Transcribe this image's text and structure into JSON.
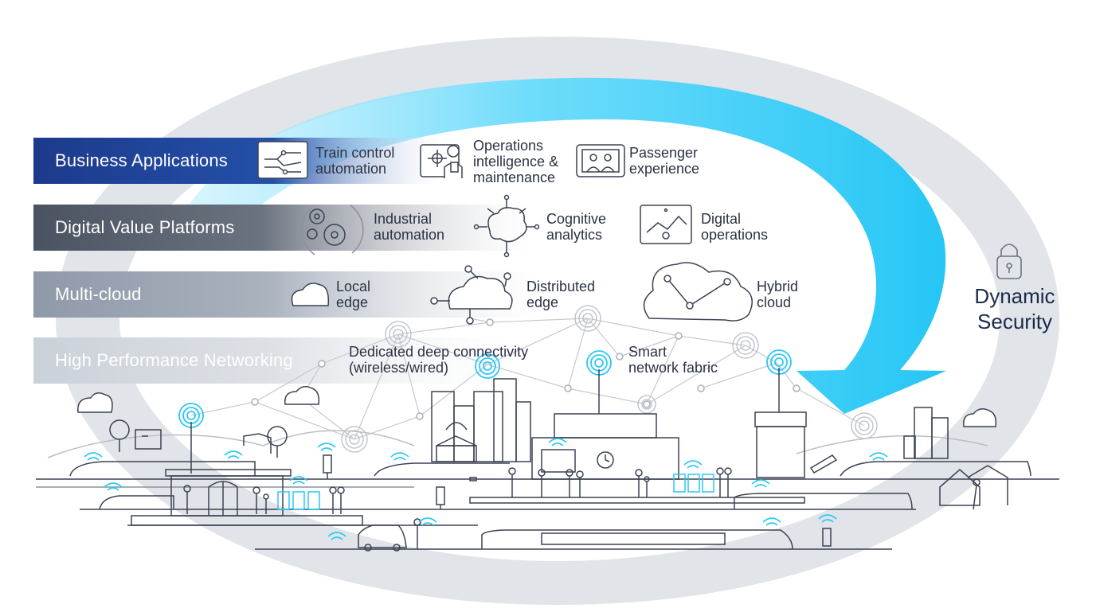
{
  "layers": [
    {
      "label": "Business Applications",
      "capabilities": [
        {
          "lines": [
            "Train control",
            "automation"
          ],
          "icon": "train-control-icon"
        },
        {
          "lines": [
            "Operations",
            "intelligence &",
            "maintenance"
          ],
          "icon": "operations-worker-icon"
        },
        {
          "lines": [
            "Passenger",
            "experience"
          ],
          "icon": "passenger-screen-icon"
        }
      ]
    },
    {
      "label": "Digital Value Platforms",
      "capabilities": [
        {
          "lines": [
            "Industrial",
            "automation"
          ],
          "icon": "gears-icon"
        },
        {
          "lines": [
            "Cognitive",
            "analytics"
          ],
          "icon": "brain-icon"
        },
        {
          "lines": [
            "Digital",
            "operations"
          ],
          "icon": "monitor-chart-icon"
        }
      ]
    },
    {
      "label": "Multi-cloud",
      "capabilities": [
        {
          "lines": [
            "Local",
            "edge"
          ],
          "icon": "cloud-icon"
        },
        {
          "lines": [
            "Distributed",
            "edge"
          ],
          "icon": "cloud-network-icon"
        },
        {
          "lines": [
            "Hybrid",
            "cloud"
          ],
          "icon": "hybrid-cloud-icon"
        }
      ]
    },
    {
      "label": "High Performance Networking",
      "capabilities": [
        {
          "lines": [
            "Dedicated deep connectivity",
            "(wireless/wired)"
          ],
          "icon": ""
        },
        {
          "lines": [
            "Smart",
            "network fabric"
          ],
          "icon": ""
        }
      ]
    }
  ],
  "security": {
    "lines": [
      "Dynamic",
      "Security"
    ],
    "icon": "padlock-icon"
  },
  "colors": {
    "business": "#1f4196",
    "platforms": "#4e5563",
    "multicloud": "#96a0ae",
    "networking": "#d0d5dc",
    "arrow": "#29c8f5",
    "ring": "#dfe2e7",
    "line": "#3b4252"
  }
}
